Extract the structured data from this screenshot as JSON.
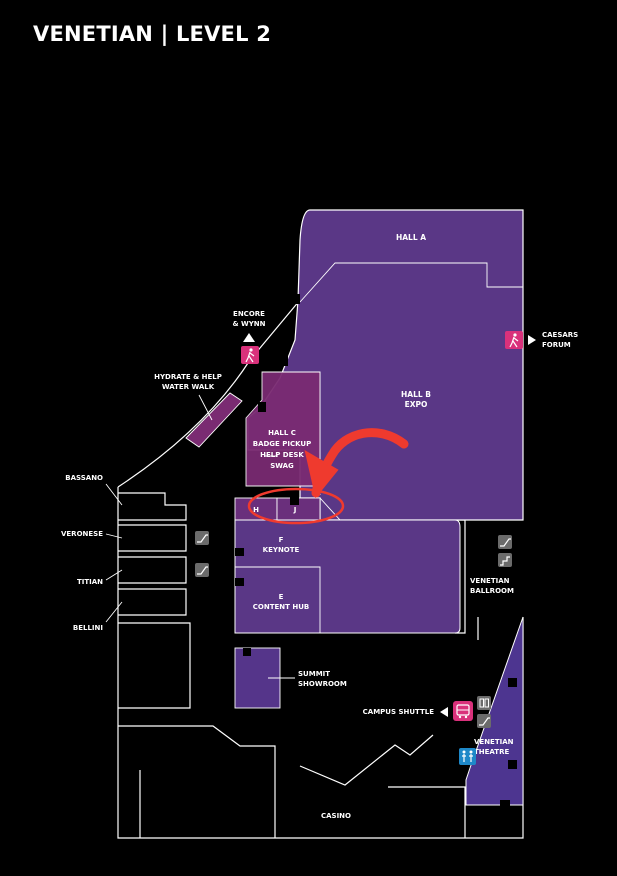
{
  "header": {
    "title": "VENETIAN | LEVEL 2"
  },
  "colors": {
    "background": "#000000",
    "outline": "#ffffff",
    "hall_top": "#951f60",
    "hall_mid": "#7a2b72",
    "hall_bottom": "#5c3584",
    "theatre": "#4d3590",
    "icon_pink": "#d9317b",
    "icon_blue": "#1e88c8",
    "icon_gray": "#6b6b6b",
    "annotation_red": "#ef3a2e"
  },
  "areas": {
    "hall_a": [
      "HALL A"
    ],
    "hall_b": [
      "HALL B",
      "EXPO"
    ],
    "hall_c": [
      "HALL C",
      "BADGE PICKUP",
      "HELP DESK",
      "SWAG"
    ],
    "room_h": "H",
    "room_j": "J",
    "room_f": [
      "F",
      "KEYNOTE"
    ],
    "room_e": [
      "E",
      "CONTENT HUB"
    ],
    "summit": [
      "SUMMIT",
      "SHOWROOM"
    ],
    "ballroom": [
      "VENETIAN",
      "BALLROOM"
    ],
    "theatre": [
      "VENETIAN",
      "THEATRE"
    ]
  },
  "callouts": {
    "encore": [
      "ENCORE",
      "& WYNN"
    ],
    "caesars": [
      "CAESARS",
      "FORUM"
    ],
    "hydrate": [
      "HYDRATE & HELP",
      "WATER WALK"
    ],
    "bassano": "BASSANO",
    "veronese": "VERONESE",
    "titian": "TITIAN",
    "bellini": "BELLINI",
    "campus_shuttle": "CAMPUS SHUTTLE",
    "casino": "CASINO"
  },
  "icons": {
    "walking": "walking-person-icon",
    "escalator": "escalator-icon",
    "elevator": "elevator-icon",
    "stairs": "stairs-icon",
    "shuttle": "shuttle-bus-icon",
    "restroom": "restroom-icon",
    "annotation": "red-circle-arrow-annotation"
  }
}
